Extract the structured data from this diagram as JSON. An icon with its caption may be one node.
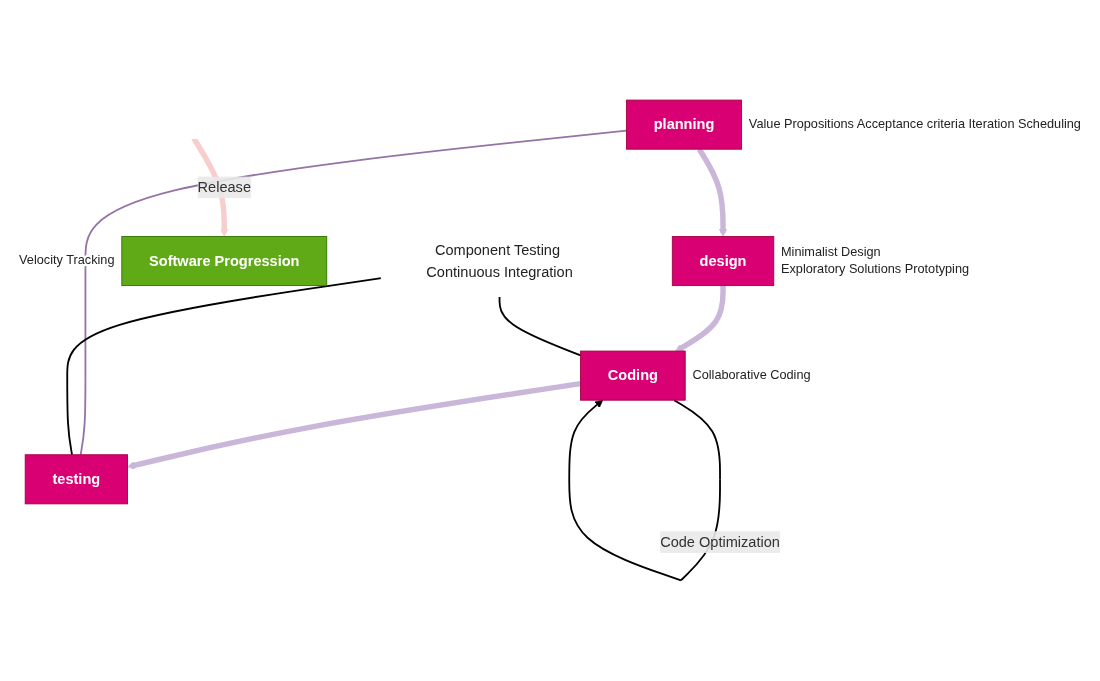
{
  "diagram": {
    "nodes": [
      {
        "text": [
          "planning"
        ],
        "beside": [
          "Value Propositions Acceptance criteria Iteration Scheduling"
        ]
      },
      {
        "text": [
          "design"
        ],
        "beside": [
          "Minimalist Design",
          "Exploratory Solutions Prototyping"
        ]
      },
      {
        "text": [
          "Software Progression"
        ],
        "beside": [
          "Velocity Tracking"
        ]
      },
      {
        "text": [
          "testing"
        ]
      },
      {
        "text": [
          "Coding"
        ],
        "beside": [
          "Collaborative Coding"
        ]
      },
      {
        "text": [
          "Component Testing Continuous Integration"
        ]
      }
    ],
    "edges": [
      {
        "from": 0,
        "to": 1,
        "arrow": "to",
        "style": "thick"
      },
      {
        "from": 1,
        "to": 4,
        "arrow": "to",
        "style": "thick"
      },
      {
        "from": 4,
        "to": 3,
        "arrow": "to",
        "style": "thick"
      },
      {
        "from": 0,
        "to": 3,
        "arrow": "none",
        "color": "#9673a6"
      },
      {
        "from": null,
        "to": 2,
        "arrow": "to",
        "style": "thick",
        "label": "Release",
        "color": "#f8cecc"
      },
      {
        "from": 4,
        "to": 4,
        "arrow": "to",
        "label": "Code Optimization",
        "color": "#000000"
      },
      {
        "from": 5,
        "to": 3,
        "arrow": "none",
        "color": "#000000"
      },
      {
        "from": 5,
        "to": 4,
        "arrow": "none",
        "color": "#000000"
      }
    ]
  }
}
